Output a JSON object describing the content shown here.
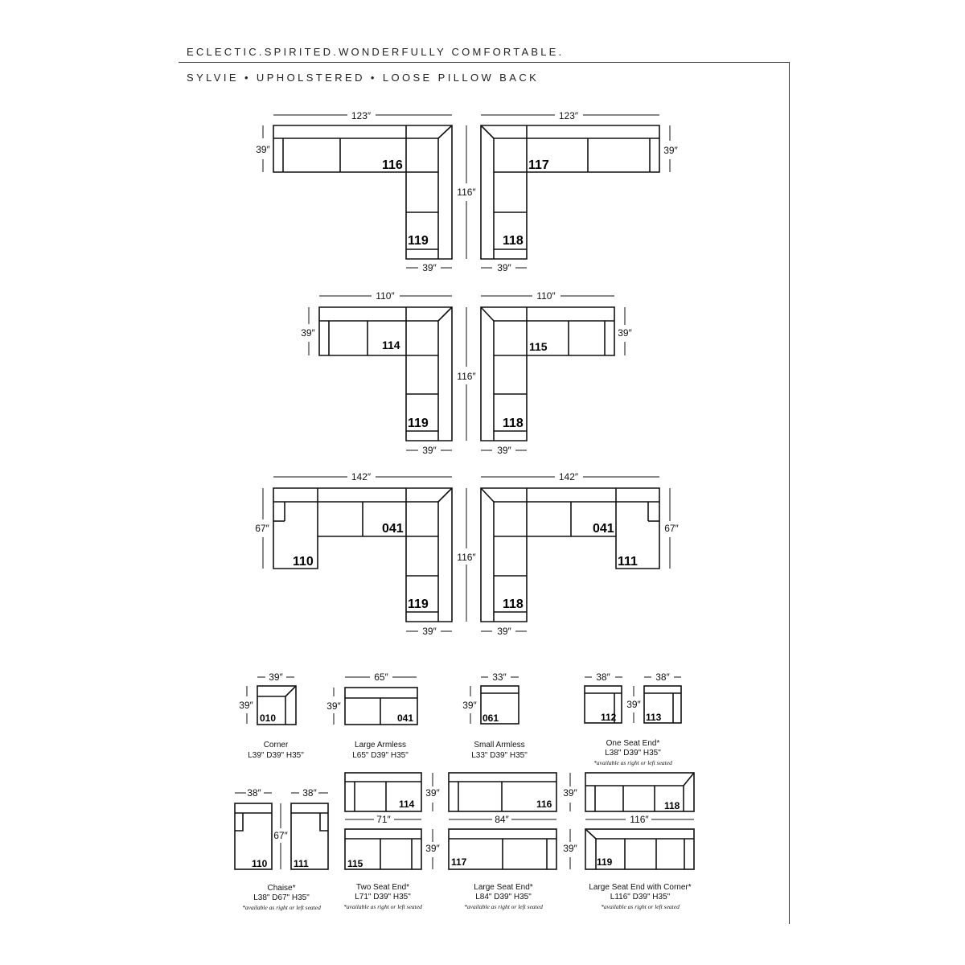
{
  "header": {
    "tagline": "ECLECTIC.SPIRITED.WONDERFULLY COMFORTABLE.",
    "subtitle": "SYLVIE • UPHOLSTERED • LOOSE PILLOW BACK"
  },
  "configurations": {
    "row1": {
      "width": "123″",
      "depth": "39″",
      "length": "116″",
      "arm": "39″",
      "left_codes": [
        "116",
        "119"
      ],
      "right_codes": [
        "117",
        "118"
      ]
    },
    "row2": {
      "width": "110″",
      "depth": "39″",
      "length": "116″",
      "arm": "39″",
      "left_codes": [
        "114",
        "119"
      ],
      "right_codes": [
        "115",
        "118"
      ]
    },
    "row3": {
      "width": "142″",
      "depth": "67″",
      "length": "116″",
      "arm": "39″",
      "left_codes": [
        "110",
        "041",
        "119"
      ],
      "right_codes": [
        "041",
        "111",
        "118"
      ]
    }
  },
  "pieces": {
    "corner": {
      "code": "010",
      "w": "39″",
      "d": "39″",
      "name": "Corner",
      "dims": "L39\"  D39\"  H35\""
    },
    "large_armless": {
      "code": "041",
      "w": "65″",
      "d": "39″",
      "name": "Large Armless",
      "dims": "L65\"  D39\"  H35\""
    },
    "small_armless": {
      "code": "061",
      "w": "33″",
      "d": "39″",
      "name": "Small Armless",
      "dims": "L33\"  D39\"  H35\""
    },
    "one_seat_end": {
      "codes": [
        "112",
        "113"
      ],
      "w": "38″",
      "d": "39″",
      "name": "One Seat End*",
      "dims": "L38\"  D39\"  H35\"",
      "note": "*available as right or left seated"
    },
    "chaise": {
      "codes": [
        "110",
        "111"
      ],
      "w": "38″",
      "d": "67″",
      "name": "Chaise*",
      "dims": "L38\"  D67\"  H35\"",
      "note": "*available as right or left seated"
    },
    "two_seat_end": {
      "codes": [
        "114",
        "115"
      ],
      "w": "71″",
      "d": "39″",
      "name": "Two Seat End*",
      "dims": "L71\"  D39\"  H35\"",
      "note": "*available as right or left seated"
    },
    "large_seat_end": {
      "codes": [
        "116",
        "117"
      ],
      "w": "84″",
      "d": "39″",
      "name": "Large Seat End*",
      "dims": "L84\"  D39\"  H35\"",
      "note": "*available as right or left seated"
    },
    "large_seat_end_corner": {
      "codes": [
        "118",
        "119"
      ],
      "w": "116″",
      "d": "39″",
      "name": "Large Seat End with Corner*",
      "dims": "L116\"  D39\"  H35\"",
      "note": "*available as right or left seated"
    }
  }
}
